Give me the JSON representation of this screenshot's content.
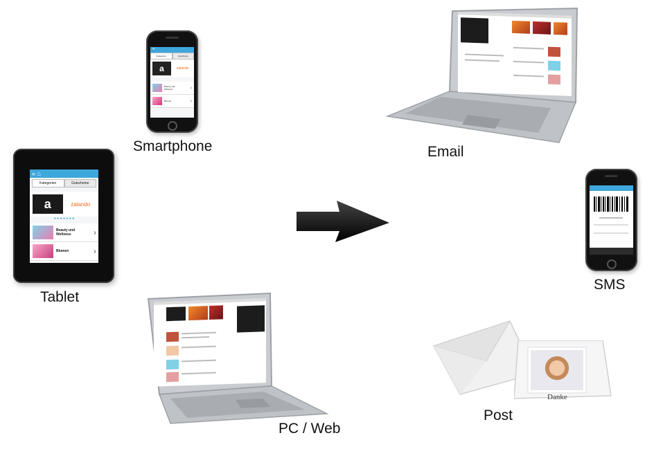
{
  "labels": {
    "smartphone": "Smartphone",
    "tablet": "Tablet",
    "pc_web": "PC / Web",
    "email": "Email",
    "sms": "SMS",
    "post": "Post"
  },
  "tablet_screen": {
    "tab_left": "Kategorien",
    "tab_right": "Gutscheine",
    "brand_a": "a",
    "brand_zalando": "zalando",
    "item1": "Beauty und Wellness",
    "item2": "Blumen"
  },
  "phone_screen": {
    "tab_left": "Kategorien",
    "tab_right": "Gutscheine",
    "brand_a": "a",
    "brand_zalando": "zalando",
    "item1": "Beauty und Wellness",
    "item2": "Blumen"
  },
  "card": {
    "text": "Danke"
  },
  "colors": {
    "accent_blue": "#3ea7dc",
    "arrow": "#000000"
  }
}
